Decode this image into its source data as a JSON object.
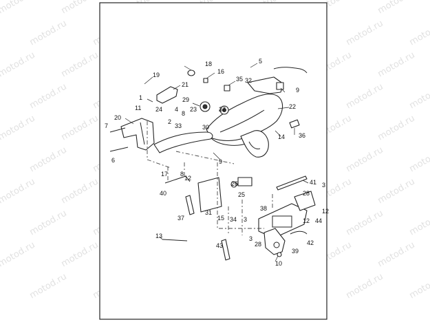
{
  "watermark": {
    "text": "motod.ru"
  },
  "callouts": [
    {
      "id": "c19",
      "label": "19"
    },
    {
      "id": "c18",
      "label": "18"
    },
    {
      "id": "c16",
      "label": "16"
    },
    {
      "id": "c5",
      "label": "5"
    },
    {
      "id": "c21",
      "label": "21"
    },
    {
      "id": "c35",
      "label": "35"
    },
    {
      "id": "c32",
      "label": "32"
    },
    {
      "id": "c9a",
      "label": "9"
    },
    {
      "id": "c1",
      "label": "1"
    },
    {
      "id": "c24",
      "label": "24"
    },
    {
      "id": "c11",
      "label": "11"
    },
    {
      "id": "c4",
      "label": "4"
    },
    {
      "id": "c8a",
      "label": "8"
    },
    {
      "id": "c29",
      "label": "29"
    },
    {
      "id": "c23",
      "label": "23"
    },
    {
      "id": "c27",
      "label": "27"
    },
    {
      "id": "c22",
      "label": "22"
    },
    {
      "id": "c20",
      "label": "20"
    },
    {
      "id": "c7",
      "label": "7"
    },
    {
      "id": "c2",
      "label": "2"
    },
    {
      "id": "c33",
      "label": "33"
    },
    {
      "id": "c30",
      "label": "30"
    },
    {
      "id": "c14",
      "label": "14"
    },
    {
      "id": "c36",
      "label": "36"
    },
    {
      "id": "c6",
      "label": "6"
    },
    {
      "id": "c9b",
      "label": "9"
    },
    {
      "id": "c17",
      "label": "17"
    },
    {
      "id": "c8b",
      "label": "8"
    },
    {
      "id": "c12a",
      "label": "12"
    },
    {
      "id": "c26",
      "label": "26"
    },
    {
      "id": "c41",
      "label": "41"
    },
    {
      "id": "c3a",
      "label": "3"
    },
    {
      "id": "c25",
      "label": "25"
    },
    {
      "id": "c40",
      "label": "40"
    },
    {
      "id": "c28a",
      "label": "28"
    },
    {
      "id": "c38",
      "label": "38"
    },
    {
      "id": "c12b",
      "label": "12"
    },
    {
      "id": "c31",
      "label": "31"
    },
    {
      "id": "c15",
      "label": "15"
    },
    {
      "id": "c37",
      "label": "37"
    },
    {
      "id": "c34",
      "label": "34"
    },
    {
      "id": "c3b",
      "label": "3"
    },
    {
      "id": "c12c",
      "label": "12"
    },
    {
      "id": "c44",
      "label": "44"
    },
    {
      "id": "c3c",
      "label": "3"
    },
    {
      "id": "c13",
      "label": "13"
    },
    {
      "id": "c28b",
      "label": "28"
    },
    {
      "id": "c42",
      "label": "42"
    },
    {
      "id": "c43",
      "label": "43"
    },
    {
      "id": "c39",
      "label": "39"
    },
    {
      "id": "c10",
      "label": "10"
    }
  ]
}
